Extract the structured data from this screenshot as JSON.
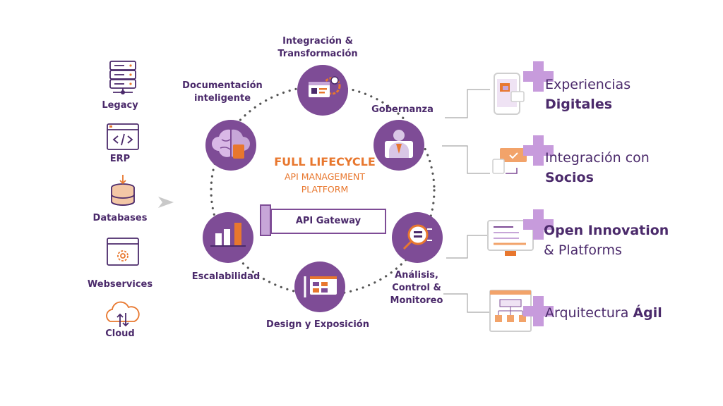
{
  "sources": {
    "legacy": "Legacy",
    "erp": "ERP",
    "databases": "Databases",
    "webservices": "Webservices",
    "cloud": "Cloud"
  },
  "center": {
    "title": "FULL LIFECYCLE",
    "line1": "API MANAGEMENT",
    "line2": "PLATFORM"
  },
  "gateway_label": "API Gateway",
  "nodes": {
    "integracion": [
      "Integración &",
      "Transformación"
    ],
    "documentacion": [
      "Documentación",
      "inteligente"
    ],
    "gobernanza": "Gobernanza",
    "escalabilidad": "Escalabilidad",
    "analisis": [
      "Análisis,",
      "Control &",
      "Monitoreo"
    ],
    "design": "Design y Exposición"
  },
  "outcomes": {
    "experiencias": {
      "line1": "Experiencias",
      "line2": "Digitales"
    },
    "integracion": {
      "line1": "Integración con",
      "line2": "Socios"
    },
    "open": {
      "line1": "Open Innovation",
      "line2": "& Platforms"
    },
    "arquitectura": {
      "prefix": "Arquitectura ",
      "bold": "Ágil"
    }
  },
  "colors": {
    "purple": "#7e4c96",
    "dark_purple": "#4b2a6b",
    "orange": "#e8772e",
    "light_purple": "#c7a6d8",
    "plus": "#c79bdc"
  }
}
